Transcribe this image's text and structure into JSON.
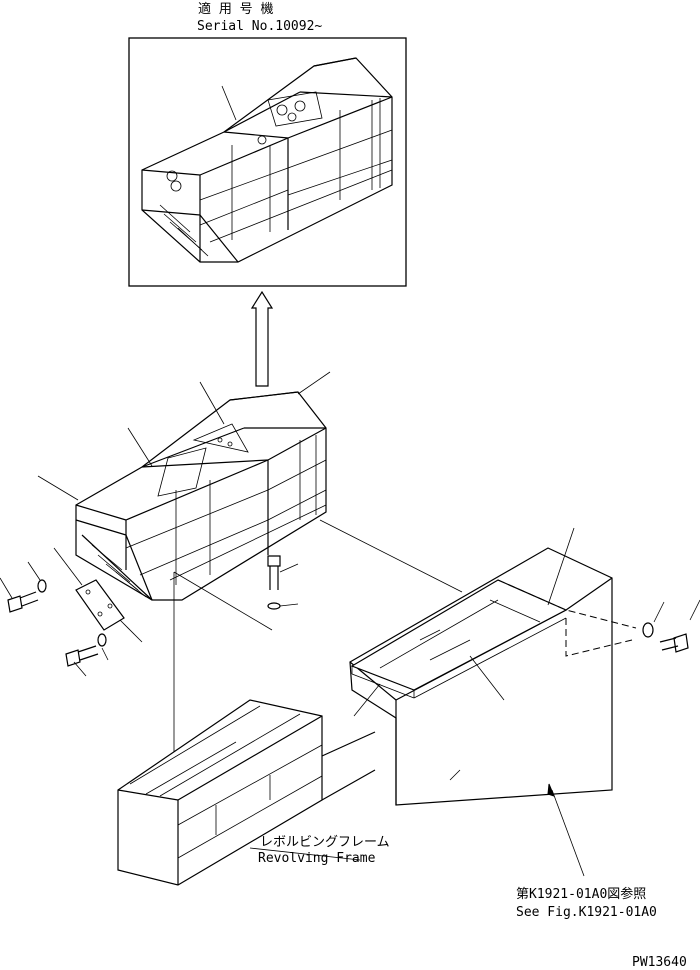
{
  "inset": {
    "title_jp": "適 用 号 機",
    "serial": "Serial No.10092~"
  },
  "labels": {
    "revolving_jp": "レボルビングフレーム",
    "revolving_en": "Revolving Frame",
    "see_fig_jp": "第K1921-01A0図参照",
    "see_fig_en": "See Fig.K1921-01A0",
    "drawing_no": "PW13640"
  }
}
